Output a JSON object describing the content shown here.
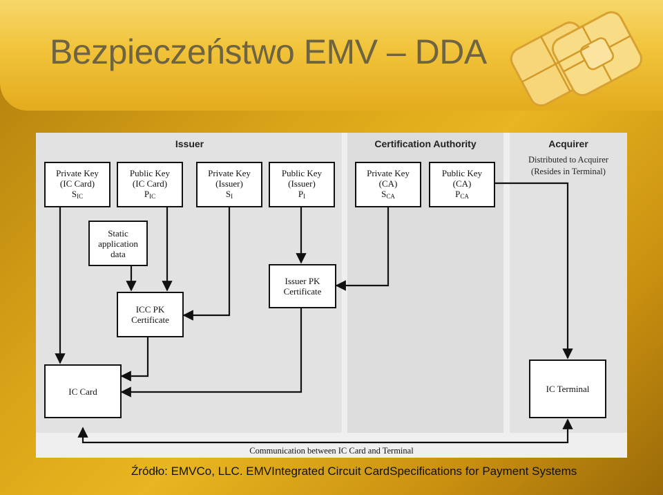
{
  "slide": {
    "title": "Bezpieczeństwo EMV – DDA",
    "source": "Źródło: EMVCo, LLC. EMVIntegrated Circuit CardSpecifications for Payment Systems"
  },
  "diagram": {
    "columns": {
      "issuer": "Issuer",
      "ca": "Certification Authority",
      "acquirer": "Acquirer"
    },
    "acquirer_note": [
      "Distributed to Acquirer",
      "(Resides in Terminal)"
    ],
    "boxes": {
      "private_key_ic": {
        "l1": "Private Key",
        "l2": "(IC Card)",
        "sym": "S",
        "sub": "IC"
      },
      "public_key_ic": {
        "l1": "Public Key",
        "l2": "(IC Card)",
        "sym": "P",
        "sub": "IC"
      },
      "private_key_issuer": {
        "l1": "Private Key",
        "l2": "(Issuer)",
        "sym": "S",
        "sub": "I"
      },
      "public_key_issuer": {
        "l1": "Public Key",
        "l2": "(Issuer)",
        "sym": "P",
        "sub": "I"
      },
      "private_key_ca": {
        "l1": "Private Key",
        "l2": "(CA)",
        "sym": "S",
        "sub": "CA"
      },
      "public_key_ca": {
        "l1": "Public Key",
        "l2": "(CA)",
        "sym": "P",
        "sub": "CA"
      },
      "static_data": {
        "l1": "Static",
        "l2": "application",
        "l3": "data"
      },
      "icc_pk_cert": {
        "l1": "ICC PK",
        "l2": "Certificate"
      },
      "issuer_pk_cert": {
        "l1": "Issuer PK",
        "l2": "Certificate"
      },
      "ic_card": {
        "l1": "IC Card"
      },
      "ic_terminal": {
        "l1": "IC Terminal"
      }
    },
    "communication_label": "Communication between IC Card and Terminal"
  },
  "colors": {
    "background": "#d9a418",
    "title_text": "#6f6442",
    "panel": "#e2e2e2",
    "line": "#111111"
  }
}
